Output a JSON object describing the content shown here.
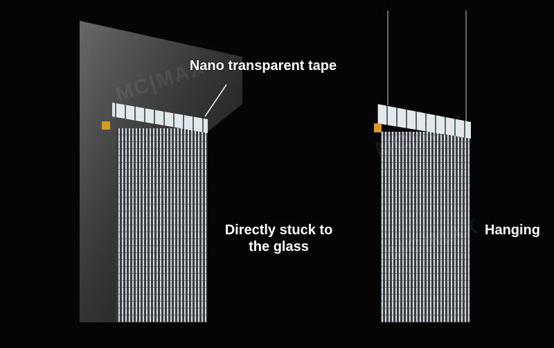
{
  "labels": {
    "tape": "Nano transparent tape",
    "glass_line1": "Directly stuck to",
    "glass_line2": "the glass",
    "hanging": "Hanging"
  },
  "watermark": "MC | MAX COLOR",
  "colors": {
    "background": "#050505",
    "text": "#ffffff",
    "glass": "#8a8a8a",
    "strand": "#cfd3d8"
  }
}
